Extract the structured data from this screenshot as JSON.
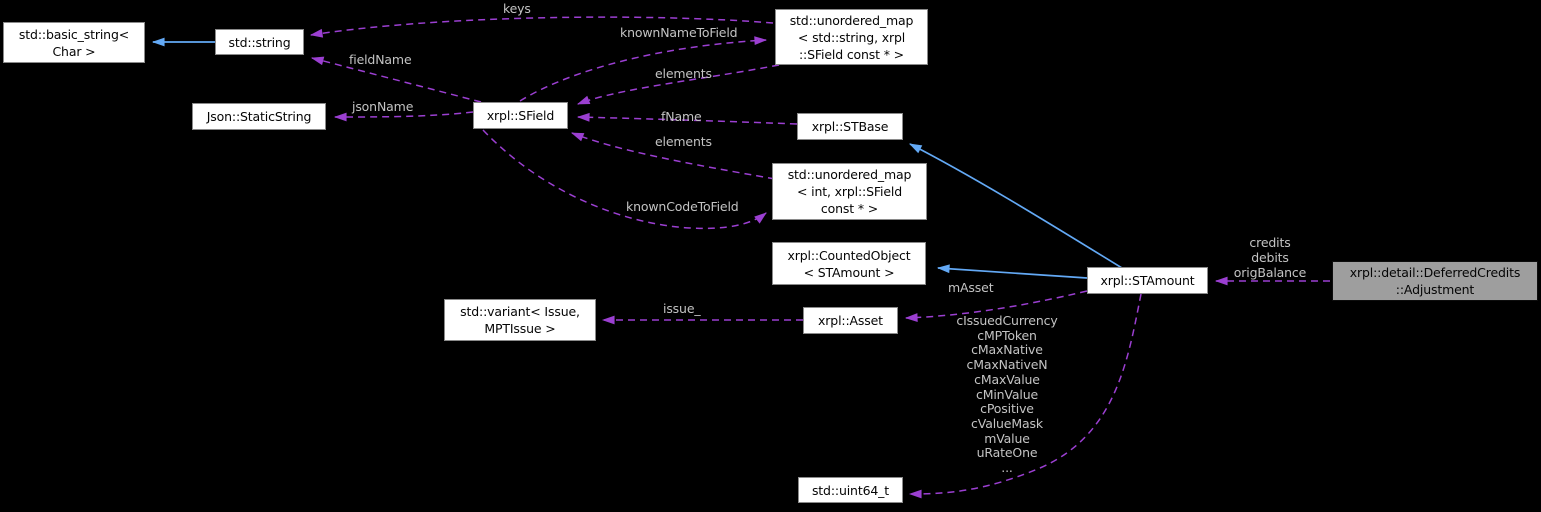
{
  "diagram": {
    "type": "doxygen-collaboration-graph",
    "colors": {
      "background": "#000000",
      "inheritance_edge": "#63a9f5",
      "usage_edge": "#9b3fd1",
      "edge_label_text": "#c3c3c3",
      "node_fill": "#ffffff",
      "node_border": "#8a8a8a",
      "node_text": "#050505",
      "highlight_node_fill": "#9e9e9e"
    },
    "nodes": [
      {
        "id": "basic-string",
        "label": "std::basic_string<\nChar >"
      },
      {
        "id": "string",
        "label": "std::string"
      },
      {
        "id": "map-string",
        "label": "std::unordered_map\n< std::string, xrpl\n::SField const * >"
      },
      {
        "id": "static-string",
        "label": "Json::StaticString"
      },
      {
        "id": "sfield",
        "label": "xrpl::SField"
      },
      {
        "id": "stbase",
        "label": "xrpl::STBase"
      },
      {
        "id": "map-int",
        "label": "std::unordered_map\n< int, xrpl::SField\nconst * >"
      },
      {
        "id": "counted-object",
        "label": "xrpl::CountedObject\n< STAmount >"
      },
      {
        "id": "stamount",
        "label": "xrpl::STAmount"
      },
      {
        "id": "adjustment",
        "label": "xrpl::detail::DeferredCredits\n::Adjustment",
        "highlighted": true
      },
      {
        "id": "variant",
        "label": "std::variant< Issue,\nMPTIssue >"
      },
      {
        "id": "asset",
        "label": "xrpl::Asset"
      },
      {
        "id": "uint64",
        "label": "std::uint64_t"
      }
    ],
    "edges": [
      {
        "from": "std::string",
        "to": "std::basic_string< Char >",
        "type": "inheritance",
        "label": ""
      },
      {
        "from": "std::unordered_map< std::string, xrpl::SField const * >",
        "to": "std::string",
        "type": "usage",
        "label": "keys"
      },
      {
        "from": "xrpl::SField",
        "to": "std::string",
        "type": "usage",
        "label": "fieldName"
      },
      {
        "from": "xrpl::SField",
        "to": "Json::StaticString",
        "type": "usage",
        "label": "jsonName"
      },
      {
        "from": "xrpl::SField",
        "to": "std::unordered_map< std::string, xrpl::SField const * >",
        "type": "usage",
        "label": "knownNameToField"
      },
      {
        "from": "std::unordered_map< std::string, xrpl::SField const * >",
        "to": "xrpl::SField",
        "type": "usage",
        "label": "elements"
      },
      {
        "from": "xrpl::STBase",
        "to": "xrpl::SField",
        "type": "usage",
        "label": "fName"
      },
      {
        "from": "std::unordered_map< int, xrpl::SField const * >",
        "to": "xrpl::SField",
        "type": "usage",
        "label": "elements"
      },
      {
        "from": "xrpl::SField",
        "to": "std::unordered_map< int, xrpl::SField const * >",
        "type": "usage",
        "label": "knownCodeToField"
      },
      {
        "from": "xrpl::STAmount",
        "to": "xrpl::STBase",
        "type": "inheritance",
        "label": ""
      },
      {
        "from": "xrpl::STAmount",
        "to": "xrpl::CountedObject< STAmount >",
        "type": "inheritance",
        "label": ""
      },
      {
        "from": "xrpl::detail::DeferredCredits::Adjustment",
        "to": "xrpl::STAmount",
        "type": "usage",
        "label": "credits\ndebits\norigBalance"
      },
      {
        "from": "xrpl::STAmount",
        "to": "xrpl::Asset",
        "type": "usage",
        "label": "mAsset"
      },
      {
        "from": "xrpl::Asset",
        "to": "std::variant< Issue, MPTIssue >",
        "type": "usage",
        "label": "issue_"
      },
      {
        "from": "xrpl::STAmount",
        "to": "std::uint64_t",
        "type": "usage",
        "label": "cIssuedCurrency\ncMPToken\ncMaxNative\ncMaxNativeN\ncMaxValue\ncMinValue\ncPositive\ncValueMask\nmValue\nuRateOne\n..."
      }
    ]
  }
}
